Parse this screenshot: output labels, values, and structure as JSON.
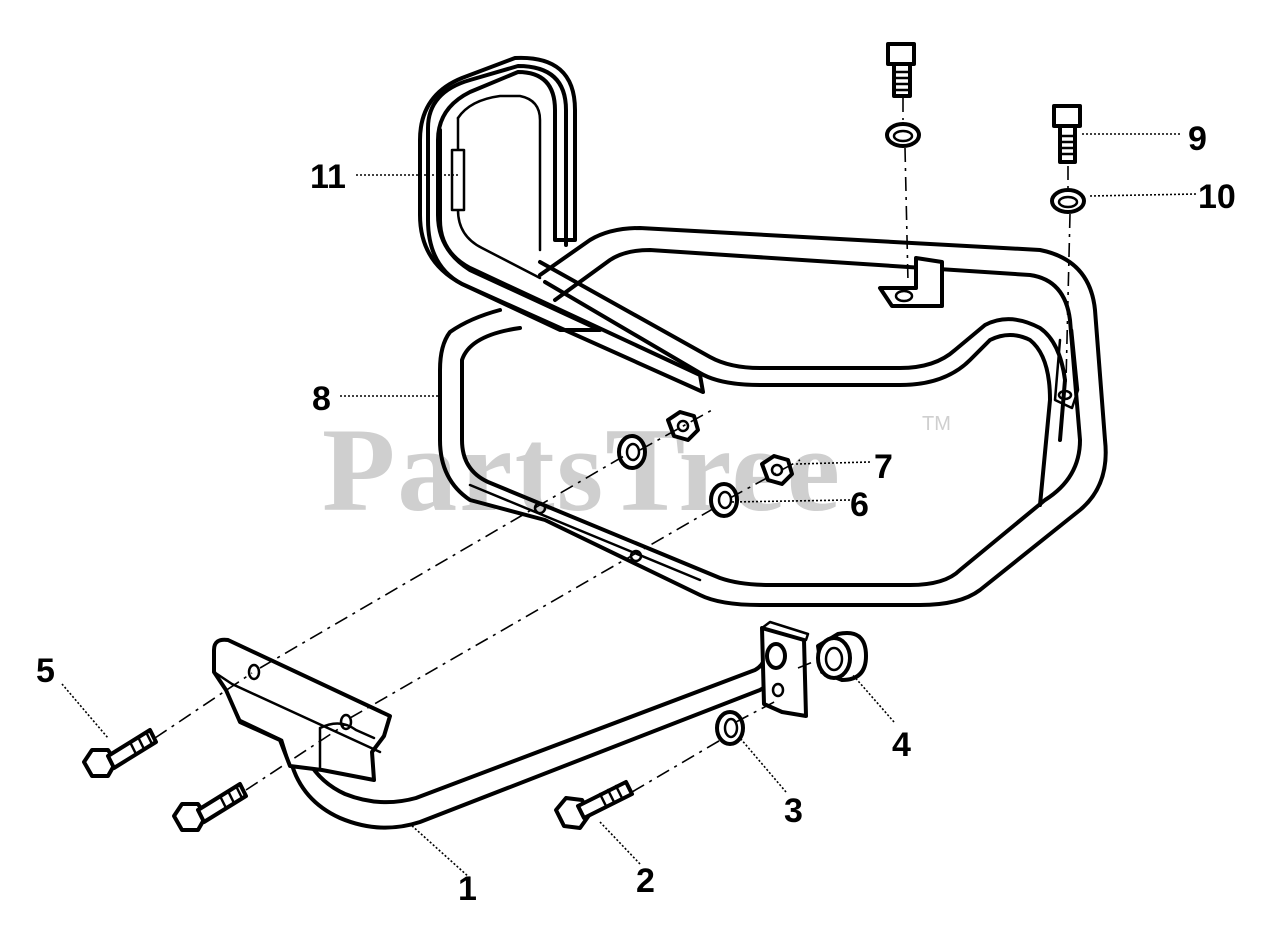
{
  "watermark": {
    "text": "PartsTree",
    "mark": "TM"
  },
  "callouts": {
    "c1": "1",
    "c2": "2",
    "c3": "3",
    "c4": "4",
    "c5": "5",
    "c6": "6",
    "c7": "7",
    "c8": "8",
    "c9": "9",
    "c10": "10",
    "c11": "11"
  }
}
